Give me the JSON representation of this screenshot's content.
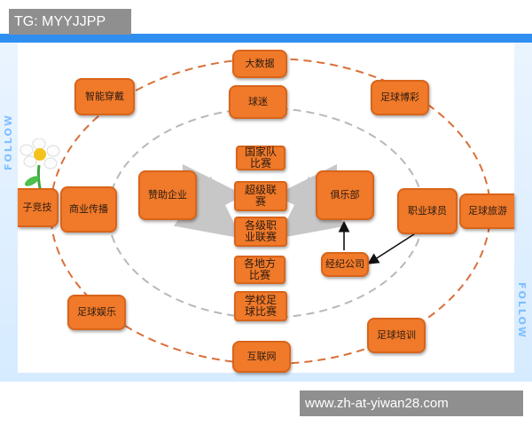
{
  "watermark_tag": "TG: MYYJJPP",
  "url_tag": "www.zh-at-yiwan28.com",
  "side_label_left": "FOLLOW",
  "side_label_right": "FOLLOW",
  "nodes": {
    "big_data": "大数据",
    "smart_wear": "智能穿戴",
    "football_lottery": "足球博彩",
    "fans": "球迷",
    "esports_partial": "子竞技",
    "commercial_broadcast": "商业传播",
    "sponsor": "赞助企业",
    "national_team": "国家队比赛",
    "super_league": "超级联赛",
    "pro_league": "各级职业联赛",
    "regional": "各地方比赛",
    "school": "学校足球比赛",
    "club": "俱乐部",
    "agency": "经纪公司",
    "pro_player": "职业球员",
    "football_travel": "足球旅游",
    "entertainment": "足球娱乐",
    "training": "足球培训",
    "internet": "互联网"
  },
  "colors": {
    "node_fill": "#f07a2a",
    "outer_ring": "#d9703a",
    "inner_ring": "#b8b8b8",
    "frame": "#2f8ff0"
  }
}
